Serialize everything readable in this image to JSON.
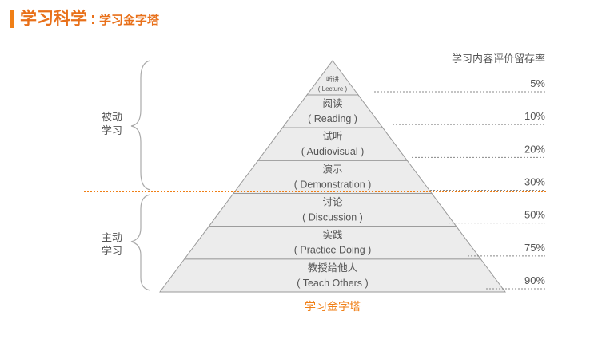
{
  "header": {
    "title": "学习科学",
    "colon": ":",
    "subtitle": "学习金字塔"
  },
  "retention_header": "学习内容评价留存率",
  "groups": {
    "passive": [
      "被动",
      "学习"
    ],
    "active": [
      "主动",
      "学习"
    ]
  },
  "levels": [
    {
      "zh": "听讲",
      "en": "( Lecture )",
      "rate": "5%"
    },
    {
      "zh": "阅读",
      "en": "( Reading )",
      "rate": "10%"
    },
    {
      "zh": "试听",
      "en": "( Audiovisual )",
      "rate": "20%"
    },
    {
      "zh": "演示",
      "en": "( Demonstration )",
      "rate": "30%"
    },
    {
      "zh": "讨论",
      "en": "( Discussion )",
      "rate": "50%"
    },
    {
      "zh": "实践",
      "en": "( Practice Doing )",
      "rate": "75%"
    },
    {
      "zh": "教授给他人",
      "en": "( Teach Others )",
      "rate": "90%"
    }
  ],
  "caption": "学习金字塔",
  "colors": {
    "accent": "#f07f16",
    "pyramid_fill": "#ececec",
    "pyramid_stroke": "#9a9a9a",
    "text": "#555555"
  }
}
